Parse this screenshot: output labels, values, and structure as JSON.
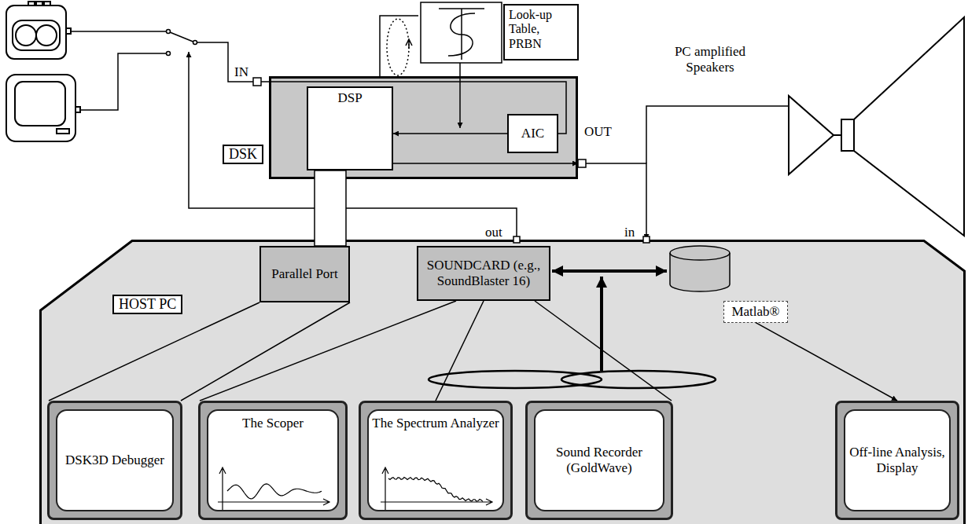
{
  "diagram": {
    "nodes": [
      {
        "text": [
          "DSK"
        ]
      },
      {
        "text": [
          "DSP"
        ],
        "in": 0
      },
      {
        "text": [
          "AIC"
        ],
        "in": 0
      },
      {
        "text": [
          "Look-up Table, PRBN"
        ]
      },
      {
        "text": [
          "HOST PC"
        ]
      },
      {
        "text": [
          "Parallel Port"
        ],
        "in": 4
      },
      {
        "text": [
          "SOUNDCARD (e.g., SoundBlaster 16)"
        ],
        "in": 4
      },
      {
        "text": [
          "Matlab®"
        ],
        "in": 4
      },
      {
        "text": [
          "DSK3D Debugger"
        ],
        "in": 4
      },
      {
        "text": [
          "The Scoper"
        ],
        "in": 4
      },
      {
        "text": [
          "The Spectrum Analyzer"
        ],
        "in": 4
      },
      {
        "text": [
          "Sound Recorder (GoldWave)"
        ],
        "in": 4
      },
      {
        "text": [
          "Off-line Analysis, Display"
        ],
        "in": 4
      }
    ],
    "edges": [
      {
        "from": 2,
        "to": 1,
        "arrow": "to"
      },
      {
        "from": 1,
        "to": 5,
        "arrow": "none"
      },
      {
        "from": 5,
        "to": 8,
        "arrow": "none"
      },
      {
        "from": 6,
        "to": 9,
        "arrow": "none"
      },
      {
        "from": 6,
        "to": 10,
        "arrow": "none"
      },
      {
        "from": 6,
        "to": 11,
        "arrow": "none"
      },
      {
        "from": 7,
        "to": 12,
        "arrow": "to"
      }
    ],
    "labels": [
      "IN",
      "OUT",
      "PC amplified Speakers",
      "out",
      "in"
    ]
  }
}
